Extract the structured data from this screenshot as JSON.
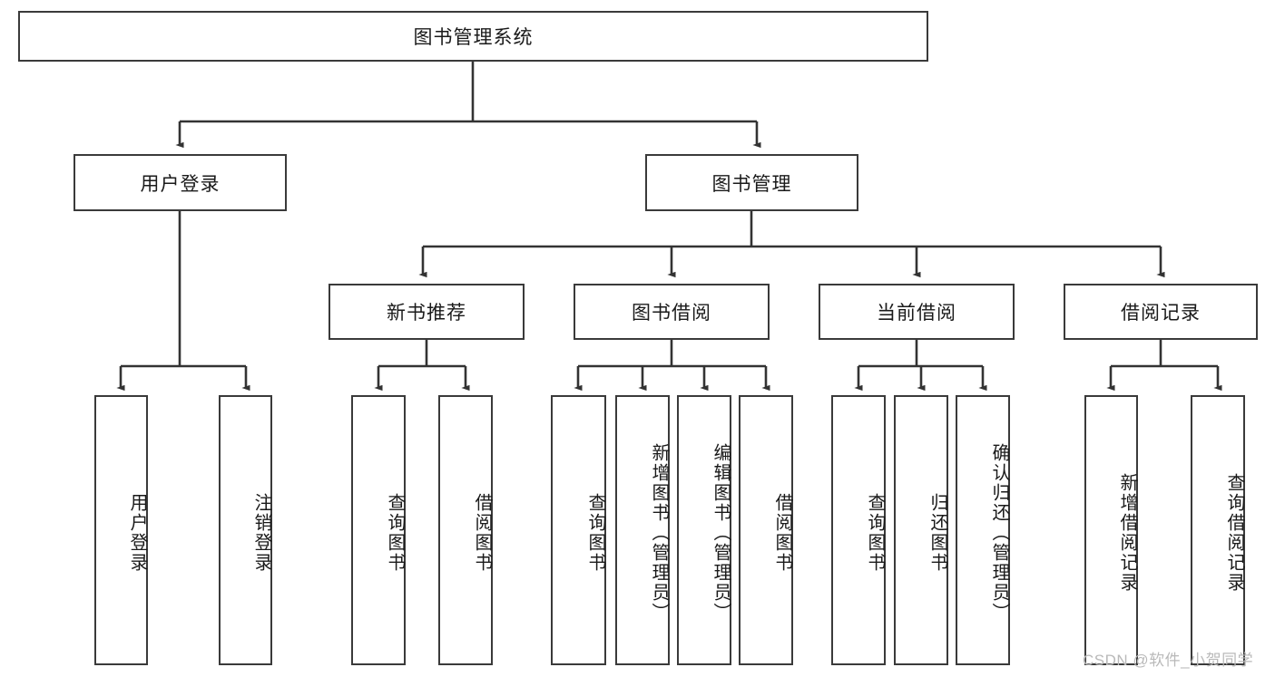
{
  "diagram": {
    "type": "tree-hierarchy-diagram",
    "title": "图书管理系统",
    "watermark": "CSDN @软件_小贺同学",
    "colors": {
      "box_border": "#3a3a3a",
      "box_fill": "#ffffff",
      "edge": "#333333",
      "text": "#1a1a1a",
      "watermark": "#b9b9b9"
    },
    "nodes": {
      "root": {
        "label": "图书管理系统"
      },
      "level2": [
        {
          "id": "user-login",
          "label": "用户登录"
        },
        {
          "id": "book-manage",
          "label": "图书管理"
        }
      ],
      "level3": [
        {
          "id": "new-book-recommend",
          "label": "新书推荐"
        },
        {
          "id": "book-borrow",
          "label": "图书借阅"
        },
        {
          "id": "current-borrow",
          "label": "当前借阅"
        },
        {
          "id": "borrow-record",
          "label": "借阅记录"
        }
      ],
      "leaves": {
        "user-login": [
          {
            "id": "leaf-user-login",
            "label": "用户登录"
          },
          {
            "id": "leaf-logout-login",
            "label": "注销登录"
          }
        ],
        "new-book-recommend": [
          {
            "id": "leaf-query-book-1",
            "label": "查询图书"
          },
          {
            "id": "leaf-borrow-book-1",
            "label": "借阅图书"
          }
        ],
        "book-borrow": [
          {
            "id": "leaf-query-book-2",
            "label": "查询图书"
          },
          {
            "id": "leaf-add-book",
            "label": "新增图书（管理员）"
          },
          {
            "id": "leaf-edit-book",
            "label": "编辑图书（管理员）"
          },
          {
            "id": "leaf-borrow-book-2",
            "label": "借阅图书"
          }
        ],
        "current-borrow": [
          {
            "id": "leaf-query-book-3",
            "label": "查询图书"
          },
          {
            "id": "leaf-return-book",
            "label": "归还图书"
          },
          {
            "id": "leaf-confirm-return",
            "label": "确认归还（管理员）"
          }
        ],
        "borrow-record": [
          {
            "id": "leaf-add-record",
            "label": "新增借阅记录"
          },
          {
            "id": "leaf-query-record",
            "label": "查询借阅记录"
          }
        ]
      }
    },
    "edges": [
      {
        "from": "图书管理系统",
        "to": "用户登录"
      },
      {
        "from": "图书管理系统",
        "to": "图书管理"
      },
      {
        "from": "用户登录",
        "to": "用户登录"
      },
      {
        "from": "用户登录",
        "to": "注销登录"
      },
      {
        "from": "图书管理",
        "to": "新书推荐"
      },
      {
        "from": "图书管理",
        "to": "图书借阅"
      },
      {
        "from": "图书管理",
        "to": "当前借阅"
      },
      {
        "from": "图书管理",
        "to": "借阅记录"
      },
      {
        "from": "新书推荐",
        "to": "查询图书"
      },
      {
        "from": "新书推荐",
        "to": "借阅图书"
      },
      {
        "from": "图书借阅",
        "to": "查询图书"
      },
      {
        "from": "图书借阅",
        "to": "新增图书（管理员）"
      },
      {
        "from": "图书借阅",
        "to": "编辑图书（管理员）"
      },
      {
        "from": "图书借阅",
        "to": "借阅图书"
      },
      {
        "from": "当前借阅",
        "to": "查询图书"
      },
      {
        "from": "当前借阅",
        "to": "归还图书"
      },
      {
        "from": "当前借阅",
        "to": "确认归还（管理员）"
      },
      {
        "from": "借阅记录",
        "to": "新增借阅记录"
      },
      {
        "from": "借阅记录",
        "to": "查询借阅记录"
      }
    ]
  }
}
